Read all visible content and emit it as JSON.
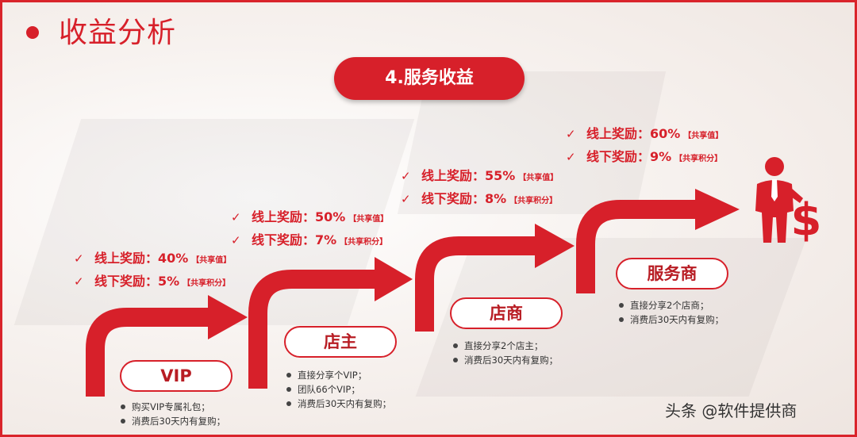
{
  "title": "收益分析",
  "section_label": "4.服务收益",
  "stages": [
    {
      "name": "VIP",
      "online": "线上奖励：40%",
      "online_note": "【共享值】",
      "offline": "线下奖励：5%",
      "offline_note": "【共享积分】",
      "bullets": [
        "购买VIP专属礼包；",
        "消费后30天内有复购；"
      ]
    },
    {
      "name": "店主",
      "online": "线上奖励：50%",
      "online_note": "【共享值】",
      "offline": "线下奖励：7%",
      "offline_note": "【共享积分】",
      "bullets": [
        "直接分享个VIP；",
        "团队66个VIP；",
        "消费后30天内有复购；"
      ]
    },
    {
      "name": "店商",
      "online": "线上奖励：55%",
      "online_note": "【共享值】",
      "offline": "线下奖励：8%",
      "offline_note": "【共享积分】",
      "bullets": [
        "直接分享2个店主；",
        "消费后30天内有复购；"
      ]
    },
    {
      "name": "服务商",
      "online": "线上奖励：60%",
      "online_note": "【共享值】",
      "offline": "线下奖励：9%",
      "offline_note": "【共享积分】",
      "bullets": [
        "直接分享2个店商；",
        "消费后30天内有复购；"
      ]
    }
  ],
  "check_icon": "✓",
  "dollar_symbol": "$",
  "watermark": "头条 @软件提供商",
  "colors": {
    "accent": "#d7202a"
  }
}
